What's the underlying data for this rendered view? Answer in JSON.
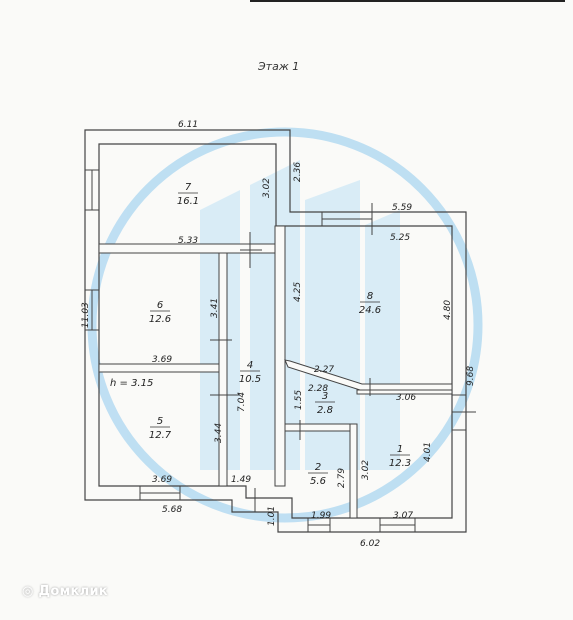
{
  "floor_title": "Этаж 1",
  "height_label": "h = 3.15",
  "watermark": "Домклик",
  "rooms": [
    {
      "num": "7",
      "area": "16.1"
    },
    {
      "num": "6",
      "area": "12.6"
    },
    {
      "num": "5",
      "area": "12.7"
    },
    {
      "num": "4",
      "area": "10.5"
    },
    {
      "num": "8",
      "area": "24.6"
    },
    {
      "num": "3",
      "area": "2.8"
    },
    {
      "num": "2",
      "area": "5.6"
    },
    {
      "num": "1",
      "area": "12.3"
    }
  ],
  "dimensions": [
    "6.11",
    "2.36",
    "3.02",
    "5.33",
    "5.59",
    "5.25",
    "4.25",
    "4.80",
    "11.03",
    "3.41",
    "3.69",
    "7.04",
    "2.27",
    "2.28",
    "9.68",
    "1.55",
    "3.06",
    "3.44",
    "3.69",
    "1.49",
    "2.79",
    "3.02",
    "4.01",
    "5.68",
    "1.01",
    "1.99",
    "3.07",
    "6.02"
  ],
  "colors": {
    "wall": "#ffffff",
    "wall_stroke": "#444444",
    "watermark": "#8ec9ee"
  }
}
